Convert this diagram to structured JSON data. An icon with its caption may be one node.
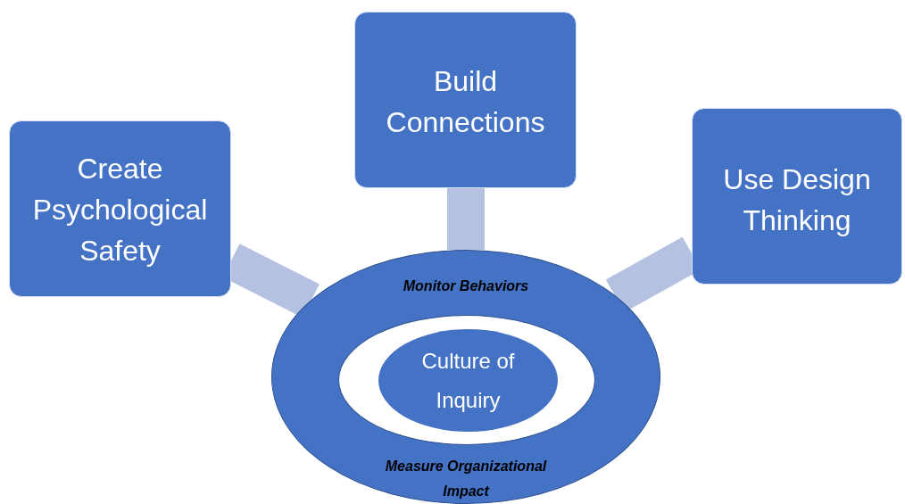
{
  "diagram": {
    "nodes": [
      {
        "text": [
          "Build Connections"
        ]
      },
      {
        "text": [
          "Create Psychological Safety"
        ]
      },
      {
        "text": [
          "Use Design Thinking"
        ]
      },
      {
        "text": [
          "Monitor Behaviors",
          "Measure Organizational Impact"
        ]
      },
      {
        "text": [],
        "shape": "circle",
        "in": 3
      },
      {
        "text": [
          "Culture of Inquiry"
        ],
        "in": 4
      }
    ],
    "edges": [
      {
        "from": 0,
        "to": 3,
        "arrow": "none"
      },
      {
        "from": 1,
        "to": 3,
        "arrow": "none"
      },
      {
        "from": 2,
        "to": 3,
        "arrow": "none"
      }
    ]
  }
}
